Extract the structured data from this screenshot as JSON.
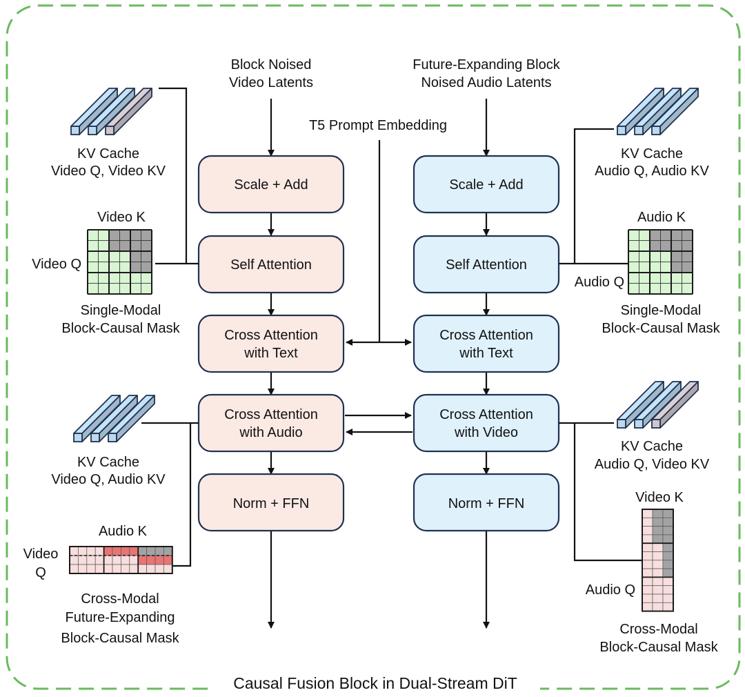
{
  "caption": "Causal Fusion Block in Dual-Stream DiT",
  "colors": {
    "frame": "#6aba5e",
    "video_box_fill": "#fbe9e4",
    "audio_box_fill": "#dff1fb",
    "box_stroke": "#1f3150",
    "mask_green": "#d9f5d3",
    "mask_gray": "#a3a3a3",
    "mask_pink": "#f8dede",
    "mask_red": "#e97474",
    "cache_blue": "#bcd9ee",
    "cache_gray": "#cfc6cc"
  },
  "inputs": {
    "video_line1": "Block Noised",
    "video_line2": "Video Latents",
    "audio_line1": "Future-Expanding Block",
    "audio_line2": "Noised Audio Latents",
    "t5": "T5 Prompt Embedding"
  },
  "video_stream": {
    "scale_add": "Scale + Add",
    "self_attention": "Self Attention",
    "cross_text_1": "Cross Attention",
    "cross_text_2": "with Text",
    "cross_other_1": "Cross Attention",
    "cross_other_2": "with Audio",
    "norm_ffn": "Norm + FFN"
  },
  "audio_stream": {
    "scale_add": "Scale + Add",
    "self_attention": "Self Attention",
    "cross_text_1": "Cross Attention",
    "cross_text_2": "with Text",
    "cross_other_1": "Cross Attention",
    "cross_other_2": "with Video",
    "norm_ffn": "Norm + FFN"
  },
  "left_top": {
    "cache_title": "KV Cache",
    "cache_sub": "Video Q, Video KV",
    "mask_k": "Video K",
    "mask_q": "Video Q",
    "mask_cap1": "Single-Modal",
    "mask_cap2": "Block-Causal Mask"
  },
  "left_bottom": {
    "cache_title": "KV Cache",
    "cache_sub": "Video Q, Audio KV",
    "mask_k": "Audio K",
    "mask_q1": "Video",
    "mask_q2": "Q",
    "mask_cap1": "Cross-Modal",
    "mask_cap2": "Future-Expanding",
    "mask_cap3": "Block-Causal Mask"
  },
  "right_top": {
    "cache_title": "KV Cache",
    "cache_sub": "Audio Q, Audio KV",
    "mask_k": "Audio K",
    "mask_q": "Audio Q",
    "mask_cap1": "Single-Modal",
    "mask_cap2": "Block-Causal Mask"
  },
  "right_bottom": {
    "cache_title": "KV Cache",
    "cache_sub": "Audio Q, Video KV",
    "mask_k": "Video K",
    "mask_q": "Audio Q",
    "mask_cap1": "Cross-Modal",
    "mask_cap2": "Block-Causal Mask"
  }
}
